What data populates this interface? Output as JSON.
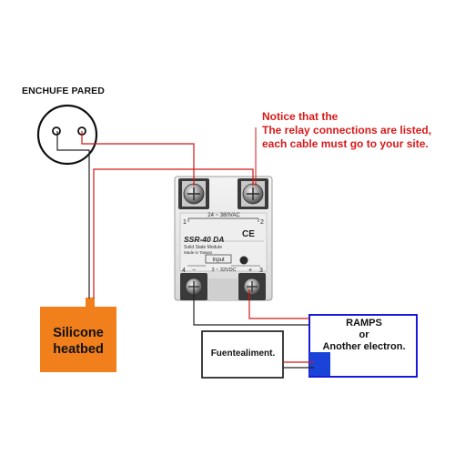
{
  "wall_socket": {
    "label": "ENCHUFE PARED"
  },
  "notice": {
    "line1": "Notice that the",
    "line2": "The relay connections are listed,",
    "line3": "each cable must go to your site."
  },
  "heatbed": {
    "line1": "Silicone",
    "line2": "heatbed"
  },
  "relay": {
    "terminal_left_top": "1",
    "terminal_right_top": "2",
    "ac_range": "24 ~ 380VAC",
    "model": "SSR-40 DA",
    "type": "Solid State Module",
    "origin": "Made in Taiwan",
    "ce_mark": "CE",
    "input_label": "Input",
    "dc_range": "3 ~ 32VDC",
    "terminal_left_bottom": "4",
    "terminal_right_bottom": "3",
    "minus_sign": "−",
    "plus_sign": "+"
  },
  "controller": {
    "line1": "RAMPS",
    "line2": "or",
    "line3": "Another electron."
  },
  "power_supply": {
    "label": "Fuentealiment."
  },
  "colors": {
    "live_wire": "#d01818",
    "neutral_wire": "#222222",
    "heatbed_fill": "#f07f1c",
    "controller_border": "#1a1ad6",
    "controller_port": "#1a44d8",
    "notice_text": "#d91a1a"
  }
}
